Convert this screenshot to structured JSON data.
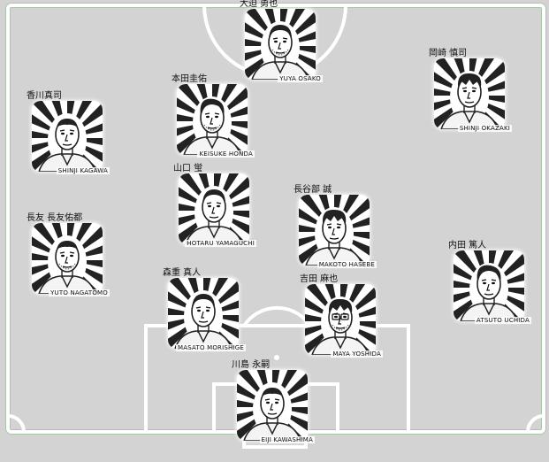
{
  "colors": {
    "pitch": "#d3d3d3",
    "line": "#ffffff",
    "line_edge": "#8cc08c",
    "ink": "#111111"
  },
  "players": [
    {
      "id": "osako",
      "name_jp": "大迫 勇也",
      "name_en": "YUYA OSAKO"
    },
    {
      "id": "okazaki",
      "name_jp": "岡崎 慎司",
      "name_en": "SHINJI OKAZAKI"
    },
    {
      "id": "kagawa",
      "name_jp": "香川真司",
      "name_en": "SHINJI KAGAWA"
    },
    {
      "id": "honda",
      "name_jp": "本田圭佑",
      "name_en": "KEISUKE HONDA"
    },
    {
      "id": "yamaguchi",
      "name_jp": "山口 蛍",
      "name_en": "HOTARU YAMAGUCHI"
    },
    {
      "id": "hasebe",
      "name_jp": "長谷部 誠",
      "name_en": "MAKOTO HASEBE"
    },
    {
      "id": "nagatomo",
      "name_jp": "長友 長友佑都",
      "name_en": "YUTO NAGATOMO"
    },
    {
      "id": "uchida",
      "name_jp": "内田 篤人",
      "name_en": "ATSUTO UCHIDA"
    },
    {
      "id": "morishige",
      "name_jp": "森重 真人",
      "name_en": "MASATO MORISHIGE"
    },
    {
      "id": "yoshida",
      "name_jp": "吉田 麻也",
      "name_en": "MAYA YOSHIDA"
    },
    {
      "id": "kawashima",
      "name_jp": "川島 永嗣",
      "name_en": "EIJI KAWASHIMA"
    }
  ]
}
